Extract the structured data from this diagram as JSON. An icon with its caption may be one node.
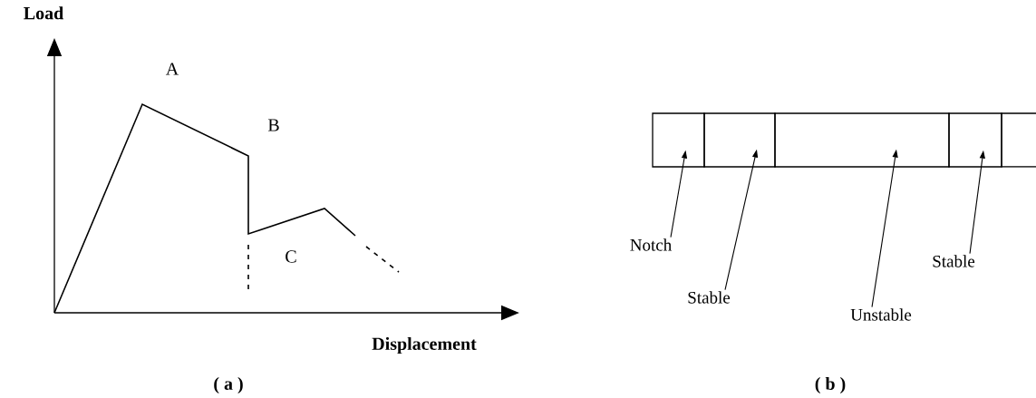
{
  "diagram": {
    "nodes": [
      {
        "text": [],
        "shape": "box"
      },
      {
        "text": [],
        "shape": "box"
      },
      {
        "text": [],
        "shape": "box"
      },
      {
        "text": [],
        "shape": "box"
      },
      {
        "text": [],
        "shape": "box"
      },
      {
        "text": [
          "Notch"
        ]
      },
      {
        "text": [
          "Stable"
        ]
      },
      {
        "text": [
          "Unstable"
        ]
      },
      {
        "text": [
          "Stable"
        ]
      }
    ],
    "edges": [
      {
        "from": 5,
        "to": 0,
        "arrow": "to"
      },
      {
        "from": 6,
        "to": 1,
        "arrow": "to"
      },
      {
        "from": 7,
        "to": 2,
        "arrow": "to"
      },
      {
        "from": 8,
        "to": 3,
        "arrow": "to"
      }
    ],
    "labels": [
      "Load",
      "A",
      "B",
      "C",
      "Displacement",
      "( a )",
      "( b )"
    ]
  }
}
